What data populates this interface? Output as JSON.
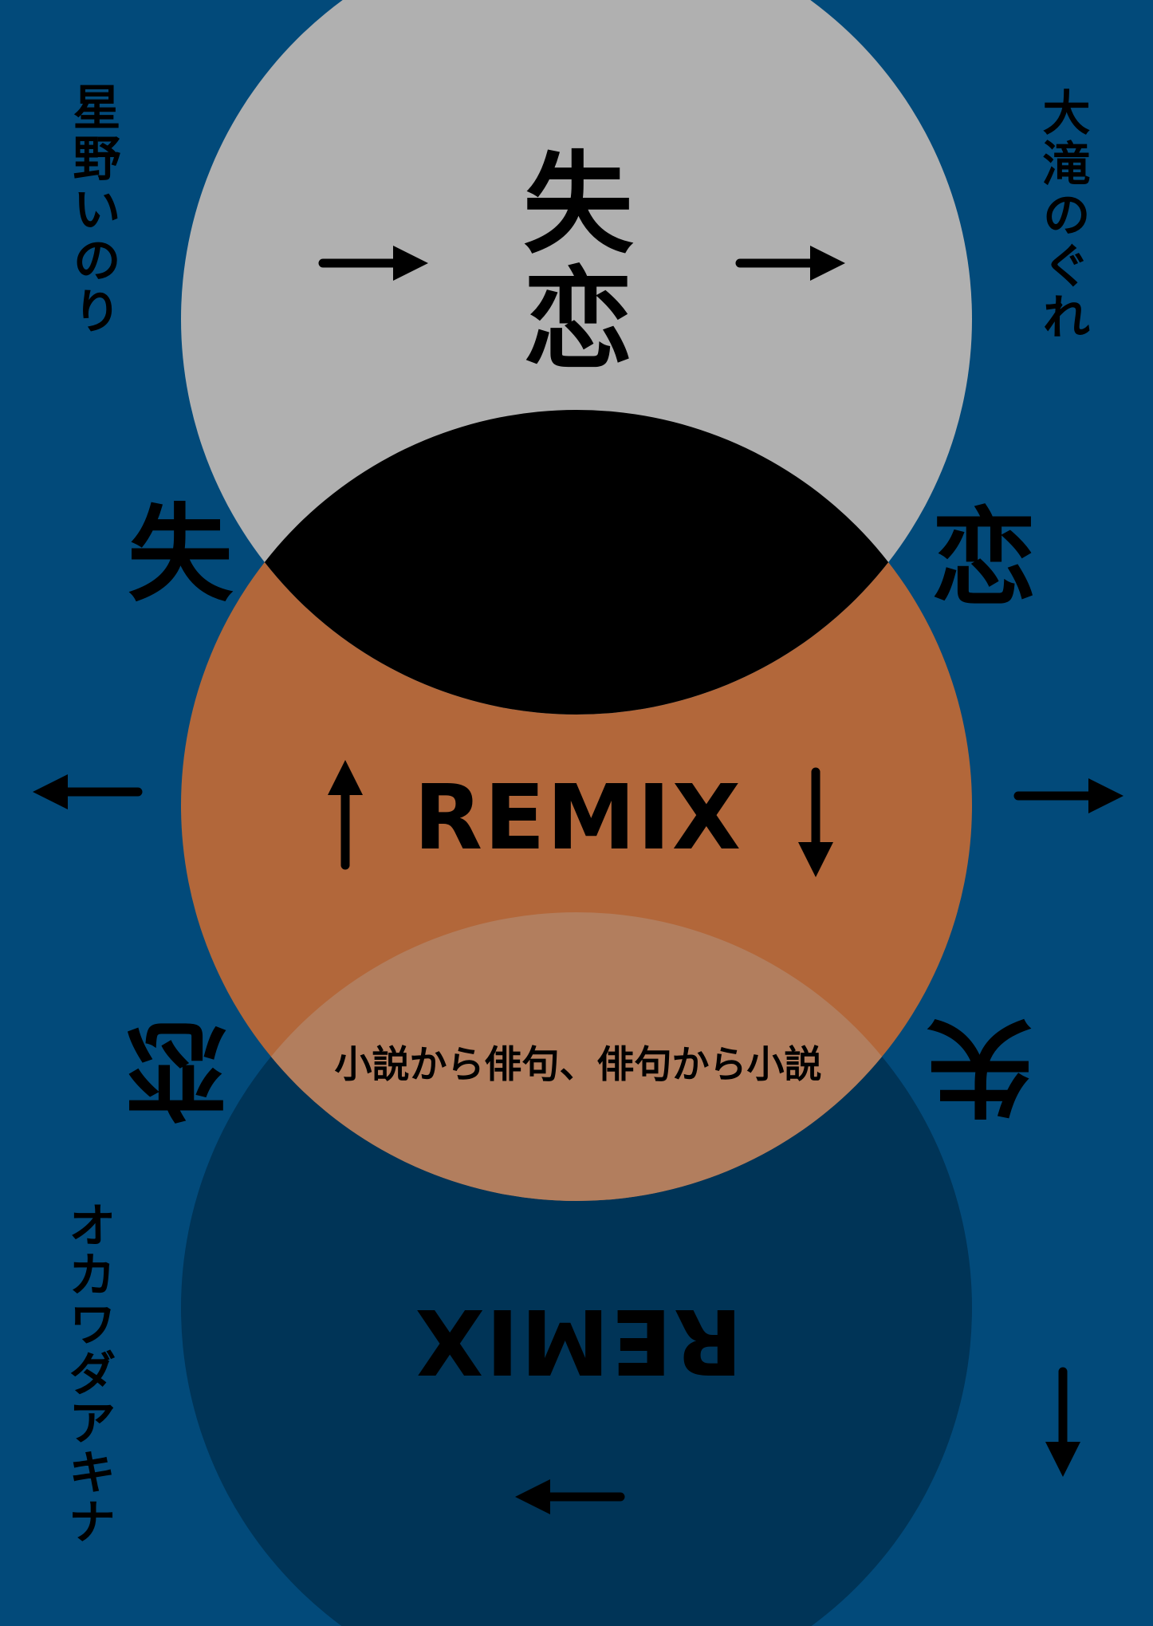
{
  "colors": {
    "background": "#024a7a",
    "circle_top": "#b0b0b0",
    "circle_middle": "#b2673a",
    "circle_bottom": "#003457",
    "overlap_top_middle": "#000000",
    "overlap_middle_bottom": "#b27e5e",
    "ink": "#000000"
  },
  "authors": {
    "left_top": "星野いのり",
    "right_top": "大滝のぐれ",
    "left_bottom": "オカワダアキナ"
  },
  "title": {
    "top_stacked": "失\n恋",
    "left_char": "失",
    "right_char": "恋",
    "left_char_rotated": "恋",
    "right_char_rotated": "失"
  },
  "remix": {
    "main": "REMIX",
    "flipped": "REMIX"
  },
  "subtitle": "小説から俳句、俳句から小説",
  "arrows": [
    "arrow-right",
    "arrow-right",
    "arrow-left",
    "arrow-right",
    "arrow-up",
    "arrow-down",
    "arrow-down",
    "arrow-left"
  ]
}
